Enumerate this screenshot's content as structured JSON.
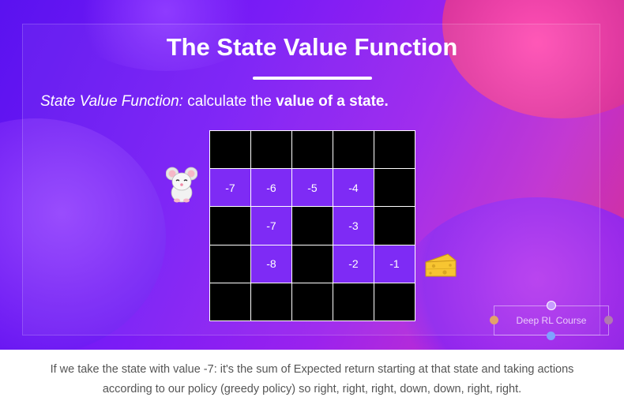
{
  "slide": {
    "title": "The State Value Function",
    "subtitle": {
      "italic": "State Value Function:",
      "middle": " calculate the ",
      "bold": "value of a state."
    },
    "grid": [
      [
        "",
        "",
        "",
        "",
        ""
      ],
      [
        "-7",
        "-6",
        "-5",
        "-4",
        ""
      ],
      [
        "",
        "-7",
        "",
        "-3",
        ""
      ],
      [
        "",
        "-8",
        "",
        "-2",
        "-1"
      ],
      [
        "",
        "",
        "",
        "",
        ""
      ]
    ],
    "walls": [
      [
        1,
        1,
        1,
        1,
        1
      ],
      [
        0,
        0,
        0,
        0,
        1
      ],
      [
        1,
        0,
        1,
        0,
        1
      ],
      [
        1,
        0,
        1,
        0,
        0
      ],
      [
        1,
        1,
        1,
        1,
        1
      ]
    ],
    "badge": "Deep RL Course",
    "colors": {
      "open_cell": "#7e2bf5",
      "wall": "#000000"
    },
    "icons": {
      "agent": "mouse-icon",
      "goal": "cheese-icon"
    }
  },
  "caption": {
    "line1": "If we take the state with value -7: it's the sum of Expected return starting at that state and taking actions",
    "line2": "according to our policy (greedy policy) so right, right, right, down, down, right, right."
  }
}
